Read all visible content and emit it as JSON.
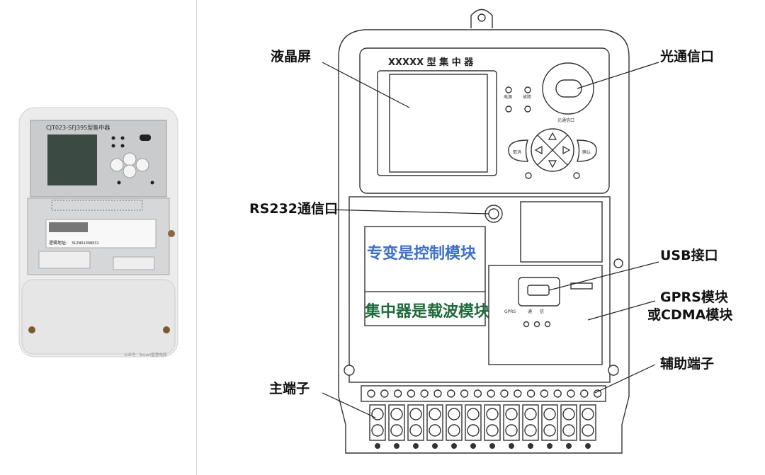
{
  "photo": {
    "model_text": "CJT023-SFJ395型集中器",
    "address_label": "逻辑地址:",
    "address_value": "312N01008631",
    "watermark": "公众号 · Smart智慧电网"
  },
  "diagram": {
    "device_title": "XXXXX 型 集 中 器",
    "panel_labels": {
      "power": "电源",
      "fault": "故障",
      "optical_port": "光通信口",
      "cancel": "取消",
      "confirm": "确认",
      "gprs": "GPRS",
      "comm": "通",
      "signal": "信"
    },
    "module_text_control": "专变是控制模块",
    "module_text_carrier": "集中器是载波模块",
    "colors": {
      "control_module_text": "#3a6fd8",
      "carrier_module_text": "#1e6b3a"
    },
    "callouts": {
      "lcd": "液晶屏",
      "optical": "光通信口",
      "rs232": "RS232通信口",
      "usb": "USB接口",
      "gprs_line1": "GPRS模块",
      "gprs_line2": "或CDMA模块",
      "aux_terminal": "辅助端子",
      "main_terminal": "主端子"
    }
  }
}
